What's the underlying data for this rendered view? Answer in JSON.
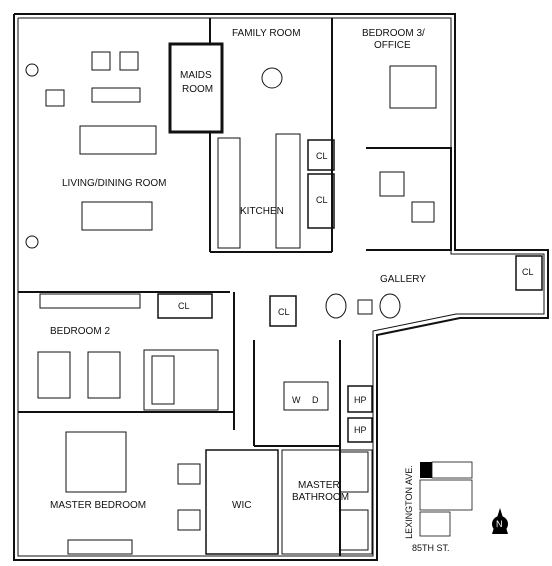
{
  "rooms": {
    "family_room": "FAMILY ROOM",
    "bedroom3_line1": "BEDROOM 3/",
    "bedroom3_line2": "OFFICE",
    "maids_line1": "MAIDS",
    "maids_line2": "ROOM",
    "living_dining": "LIVING/DINING ROOM",
    "kitchen": "KITCHEN",
    "gallery": "GALLERY",
    "bedroom2": "BEDROOM 2",
    "master_bedroom": "MASTER BEDROOM",
    "wic": "WIC",
    "master_bath_line1": "MASTER",
    "master_bath_line2": "BATHROOM"
  },
  "labels": {
    "cl": "CL",
    "w": "W",
    "d": "D",
    "hp": "HP"
  },
  "locator": {
    "avenue": "LEXINGTON AVE.",
    "street": "85TH ST."
  },
  "compass": {
    "north": "N"
  },
  "colors": {
    "wall": "#111111",
    "background": "#ffffff",
    "highlight": "#000000"
  }
}
